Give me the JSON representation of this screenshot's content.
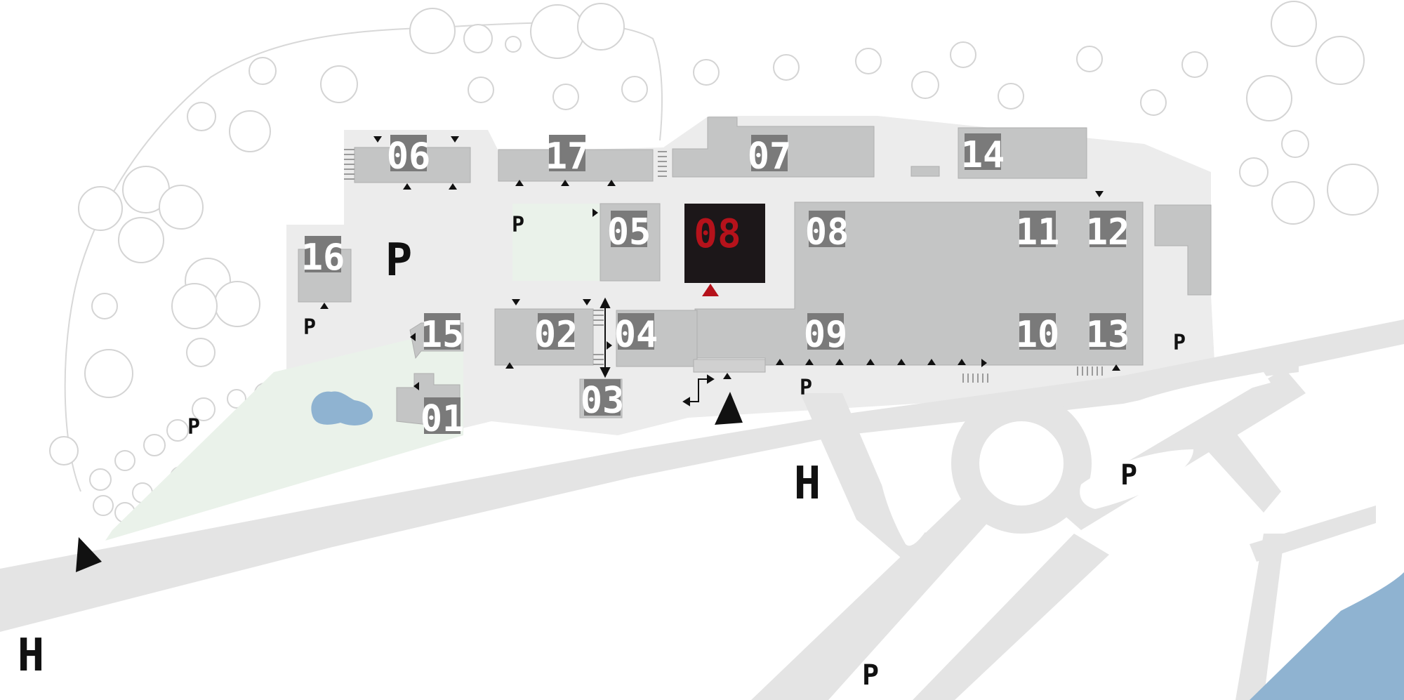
{
  "colors": {
    "background": "#ffffff",
    "ground": "#ececec",
    "road": "#e4e4e4",
    "road_edge": "#d8d8d8",
    "building": "#c4c5c5",
    "building_dark": "#b8b9b9",
    "label_bg": "#7a7a7a",
    "label_text": "#ffffff",
    "highlight_bg": "#1c1719",
    "highlight_text": "#b5121b",
    "green": "#eaf2ea",
    "tree_stroke": "#d4d4d4",
    "water": "#8fb3d1",
    "marker": "#111111",
    "accent": "#b5121b"
  },
  "buildings": {
    "b01": "01",
    "b02": "02",
    "b03": "03",
    "b04": "04",
    "b05": "05",
    "b06": "06",
    "b07": "07",
    "b08_main": "08",
    "b08_highlight": "08",
    "b09": "09",
    "b10": "10",
    "b11": "11",
    "b12": "12",
    "b13": "13",
    "b14": "14",
    "b15": "15",
    "b16": "16",
    "b17": "17"
  },
  "parking": {
    "label": "P"
  },
  "stops": {
    "label": "H"
  },
  "icons": {
    "entrance": "entrance-triangle-icon",
    "highlight_entrance": "highlight-entrance-icon",
    "direction": "direction-arrow-icon",
    "parking": "parking-icon",
    "stop": "bus-stop-icon",
    "tree": "tree-icon",
    "stairs": "stairs-icon"
  }
}
